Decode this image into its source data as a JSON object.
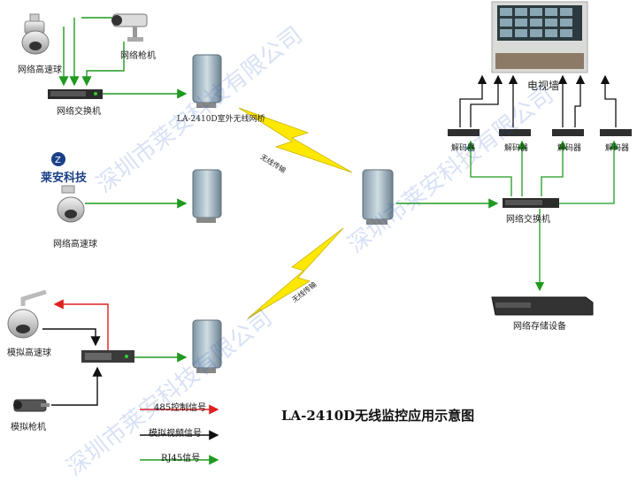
{
  "diagram": {
    "title": "LA-2410D无线监控应用示意图",
    "watermark": "深圳市莱安科技有限公司",
    "company_logo": "莱安科技",
    "labels": {
      "network_speed_dome_1": "网络高速球",
      "network_bullet_camera": "网络枪机",
      "network_switch_left": "网络交换机",
      "bridge_label": "LA-2410D室外无线网桥",
      "network_speed_dome_2": "网络高速球",
      "analog_speed_dome": "模拟高速球",
      "analog_bullet_camera": "模拟枪机",
      "tv_wall": "电视墙",
      "decoder_1": "解码器",
      "decoder_2": "解码器",
      "decoder_3": "解码器",
      "decoder_4": "解码器",
      "network_switch_right": "网络交换机",
      "storage_device": "网络存储设备",
      "wireless_1": "无线传输",
      "wireless_2": "无线传输"
    },
    "legend": [
      {
        "label": "485控制信号",
        "color": "#e02020"
      },
      {
        "label": "模拟视频信号",
        "color": "#111111"
      },
      {
        "label": "RJ45信号",
        "color": "#1f9a1f"
      }
    ]
  }
}
